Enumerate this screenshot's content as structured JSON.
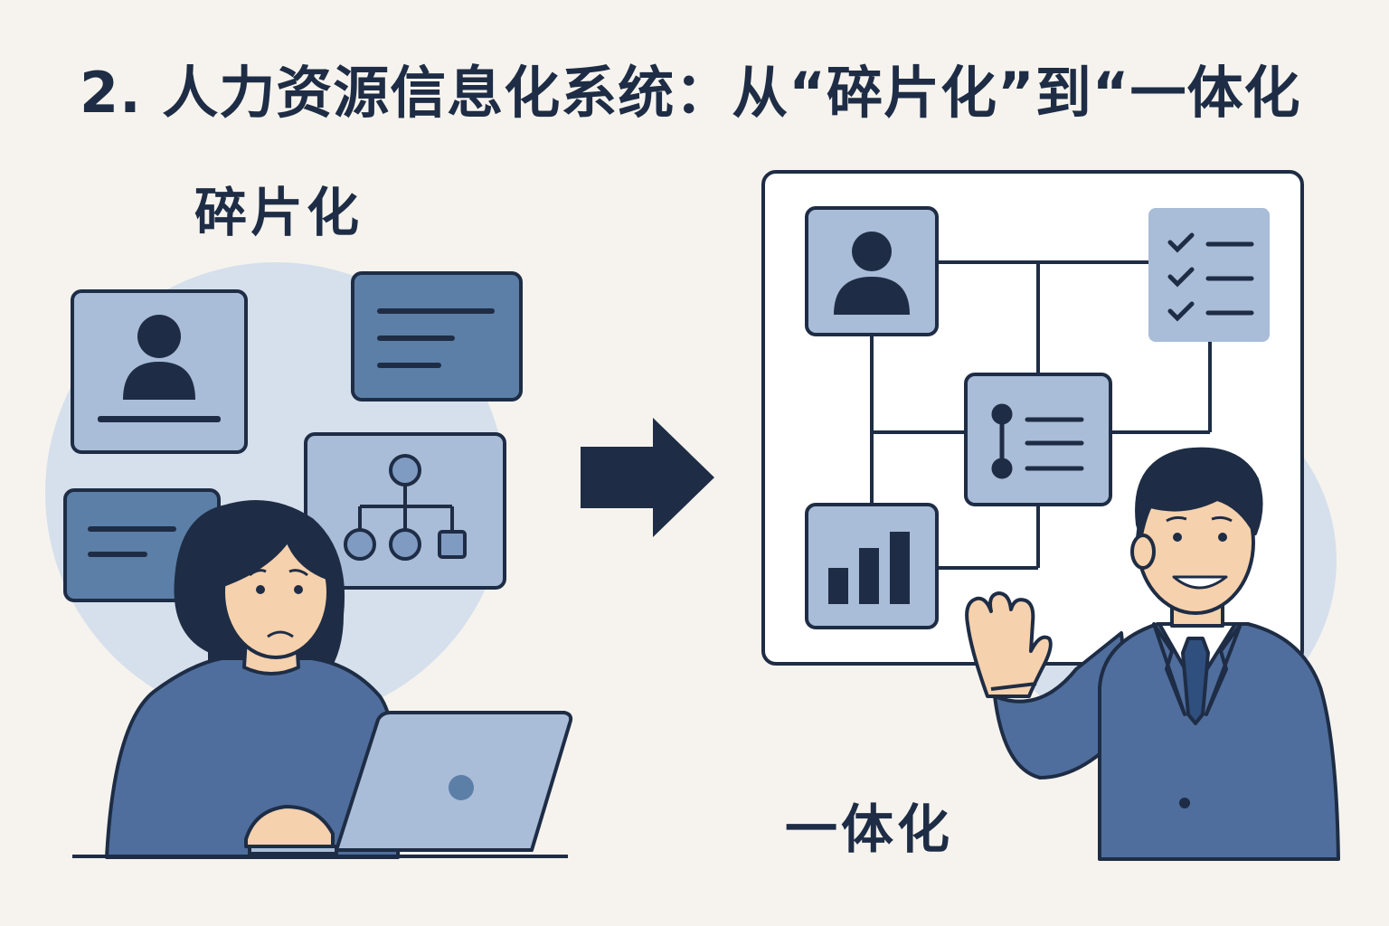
{
  "title": "2. 人力资源信息化系统：从“碎片化”到“一体化",
  "left_panel": {
    "label": "碎片化"
  },
  "right_panel": {
    "label": "一体化"
  },
  "colors": {
    "background": "#f6f3ee",
    "outline": "#1e2d45",
    "card_light": "#a9bcd8",
    "card_dark": "#5c7fa8",
    "circle_bg": "#d6e0ec",
    "suit": "#4f6e9d",
    "skin": "#f6d1ad"
  },
  "icons": [
    "user-icon",
    "document-icon",
    "org-chart-icon",
    "checklist-icon",
    "timeline-list-icon",
    "bar-chart-icon",
    "laptop-icon",
    "arrow-right-icon"
  ]
}
